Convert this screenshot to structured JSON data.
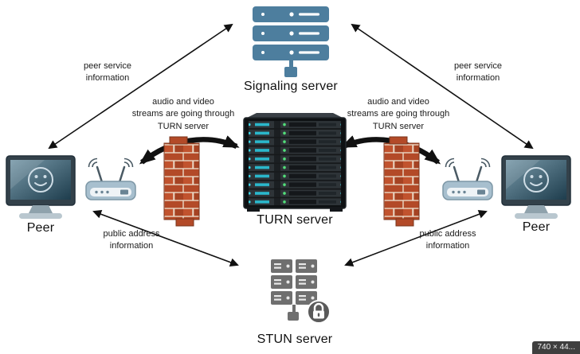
{
  "nodes": {
    "signaling_server": {
      "label": "Signaling server"
    },
    "turn_server": {
      "label": "TURN server"
    },
    "stun_server": {
      "label": "STUN server"
    },
    "peer_left": {
      "label": "Peer"
    },
    "peer_right": {
      "label": "Peer"
    }
  },
  "edge_labels": {
    "peer_service_left": "peer service\ninformation",
    "peer_service_right": "peer service\ninformation",
    "turn_stream_left": "audio and video\nstreams are going through\nTURN server",
    "turn_stream_right": "audio and video\nstreams are going through\nTURN server",
    "public_address_left": "public address\ninformation",
    "public_address_right": "public address\ninformation"
  },
  "overlay": {
    "dimensions_badge": "740 × 44..."
  },
  "colors": {
    "signaling_blue": "#4d7e9e",
    "stun_gray": "#6f6f6f",
    "brick_orange": "#b34a28",
    "arrow_black": "#111111",
    "monitor_frame": "#33414a",
    "router_body": "#a7bfce",
    "rack_led_green": "#52e07a",
    "rack_led_teal": "#3fd6e8"
  }
}
